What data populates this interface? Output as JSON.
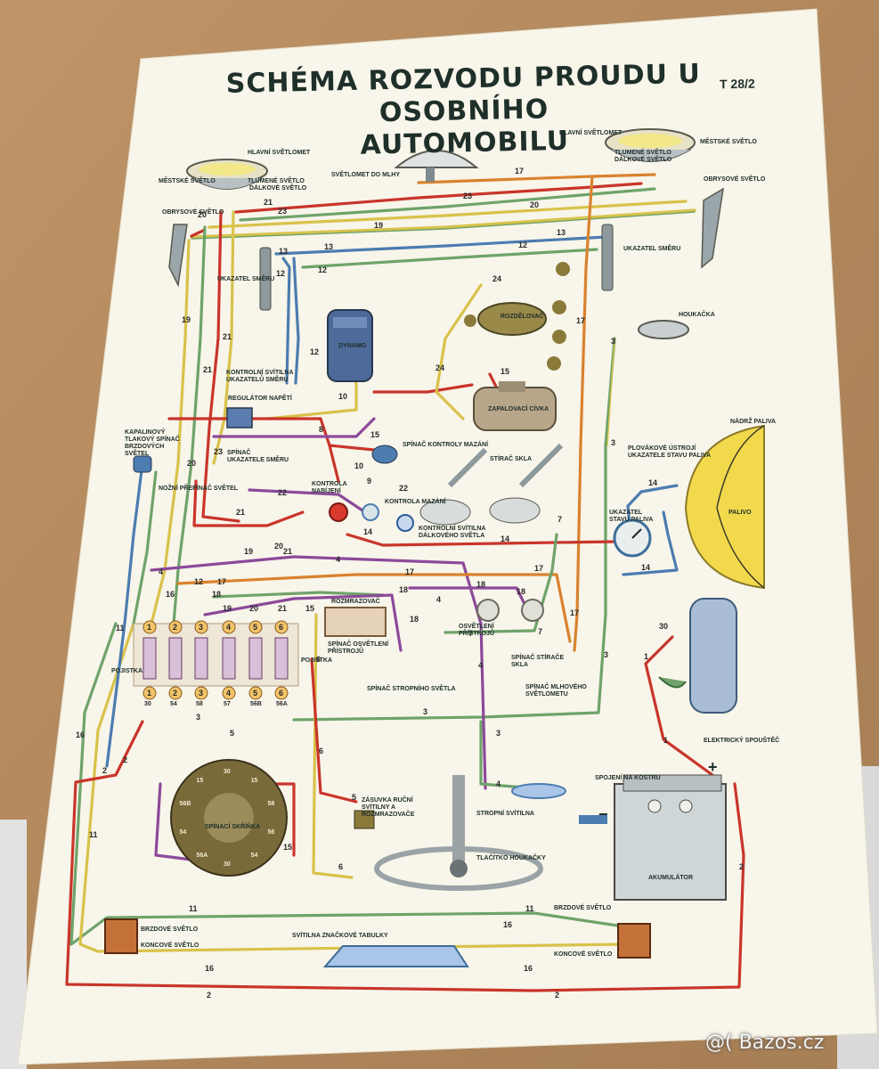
{
  "poster": {
    "title_line1": "SCHÉMA ROZVODU PROUDU U OSOBNÍHO",
    "title_line2": "AUTOMOBILU",
    "code": "T 28/2"
  },
  "labels": {
    "hlavni_svetlomet_l": "HLAVNÍ SVĚTLOMET",
    "mestske_svetlo_l": "MĚSTSKÉ SVĚTLO",
    "tlumene_svetlo_l": "TLUMENÉ SVĚTLO",
    "dalkove_svetlo_l": "DÁLKOVÉ SVĚTLO",
    "obrysove_svetlo_l": "OBRYSOVÉ SVĚTLO",
    "svetlomet_do_mlhy": "SVĚTLOMET DO MLHY",
    "hlavni_svetlomet_r": "HLAVNÍ SVĚTLOMET",
    "tlumene_svetlo_r": "TLUMENÉ SVĚTLO",
    "dalkove_svetlo_r": "DÁLKOVÉ SVĚTLO",
    "mestske_svetlo_r": "MĚSTSKÉ SVĚTLO",
    "obrysove_svetlo_r": "OBRYSOVÉ SVĚTLO",
    "ukazatel_smeru_l": "UKAZATEL SMĚRU",
    "ukazatel_smeru_r": "UKAZATEL SMĚRU",
    "rozdelovac": "ROZDĚLOVAČ",
    "dynamo": "DYNAMO",
    "houkacka": "HOUKAČKA",
    "kontrolni_svitilna_smeru": "KONTROLNÍ SVÍTILNA UKAZATELŮ SMĚRU",
    "regulator_napeti": "REGULÁTOR NAPĚTÍ",
    "zapalovaci_civka": "ZAPALOVACÍ CÍVKA",
    "nadrz_paliva": "NÁDRŽ PALIVA",
    "plovakove_ustroji": "PLOVÁKOVÉ ÚSTROJÍ UKAZATELE STAVU PALIVA",
    "kapalinovy_spinac": "KAPALINOVÝ TLAKOVÝ SPÍNAČ BRZDOVÝCH SVĚTEL",
    "spinac_ukazatele_smeru": "SPÍNAČ UKAZATELE SMĚRU",
    "spinac_kontroly_mazani": "SPÍNAČ KONTROLY MAZÁNÍ",
    "stirac_skla": "STÍRAČ SKLA",
    "nozni_prepinac_svetel": "NOŽNÍ PŘEPÍNAČ SVĚTEL",
    "kontrola_nabijeni": "KONTROLA NABÍJENÍ",
    "kontrola_mazani": "KONTROLA MAZÁNÍ",
    "kontrolni_svitilna_dalkoveho": "KONTROLNÍ SVÍTILNA DÁLKOVÉHO SVĚTLA",
    "ukazatel_stavu_paliva": "UKAZATEL STAVU PALIVA",
    "palivo": "PALIVO",
    "rozmrazovac": "ROZMRAZOVAČ",
    "osvetleni_pristroju": "OSVĚTLENÍ PŘÍSTROJŮ",
    "spinac_osvetleni_pristroju": "SPÍNAČ OSVĚTLENÍ PŘÍSTROJŮ",
    "spinac_stropniho_svetla": "SPÍNAČ STROPNÍHO SVĚTLA",
    "spinac_stirace_skla": "SPÍNAČ STÍRAČE SKLA",
    "spinac_mlhoveho_svetlometu": "SPÍNAČ MLHOVÉHO SVĚTLOMETU",
    "pojistka_l": "POJISTKA",
    "pojistka_r": "POJISTKA",
    "elektricky_spoustec": "ELEKTRICKÝ SPOUŠTĚČ",
    "spinaci_skrinka": "SPÍNACÍ SKŘÍŇKA",
    "zasuvka": "ZÁSUVKA RUČNÍ SVÍTILNY A ROZMRAZOVAČE",
    "spojeni_na_kostru": "SPOJENÍ NA KOSTRU",
    "stropni_svitilna": "STROPNÍ SVÍTILNA",
    "tlacitko_houkacky": "TLAČÍTKO HOUKAČKY",
    "akumulator": "AKUMULÁTOR",
    "brzdove_svetlo_l": "BRZDOVÉ SVĚTLO",
    "koncove_svetlo_l": "KONCOVÉ SVĚTLO",
    "brzdove_svetlo_r": "BRZDOVÉ SVĚTLO",
    "koncove_svetlo_r": "KONCOVÉ SVĚTLO",
    "svitilna_znackove_tabulky": "SVÍTILNA ZNAČKOVÉ TABULKY",
    "plus": "+",
    "minus": "−"
  },
  "fuses": {
    "top": [
      "1",
      "2",
      "3",
      "4",
      "5",
      "6"
    ],
    "bottom": [
      "1",
      "2",
      "3",
      "4",
      "5",
      "6"
    ],
    "terminals": [
      "30",
      "54",
      "58",
      "57",
      "56B",
      "56A"
    ]
  },
  "switch_box_terminals": [
    "30",
    "15",
    "58",
    "56",
    "54",
    "30",
    "56A",
    "54",
    "56B",
    "15"
  ],
  "wire_numbers": {
    "w1": "1",
    "w2": "2",
    "w3": "3",
    "w4": "4",
    "w5": "5",
    "w6": "6",
    "w7": "7",
    "w8": "8",
    "w9": "9",
    "w10": "10",
    "w11": "11",
    "w12": "12",
    "w13": "13",
    "w14": "14",
    "w15": "15",
    "w16": "16",
    "w17": "17",
    "w18": "18",
    "w19": "19",
    "w20": "20",
    "w21": "21",
    "w22": "22",
    "w23": "23",
    "w24": "24",
    "w30": "30"
  },
  "colors": {
    "paper": "#f7f3e6",
    "red": "#c9352b",
    "green": "#6fa36a",
    "yellow": "#d8c24a",
    "blue": "#4c7cb0",
    "purple": "#8b4a9a",
    "orange": "#d9822e",
    "olive": "#8a8a3a",
    "teal": "#4a9a8a",
    "ink": "#1f2f2a"
  },
  "watermark": "@( Bazos.cz"
}
